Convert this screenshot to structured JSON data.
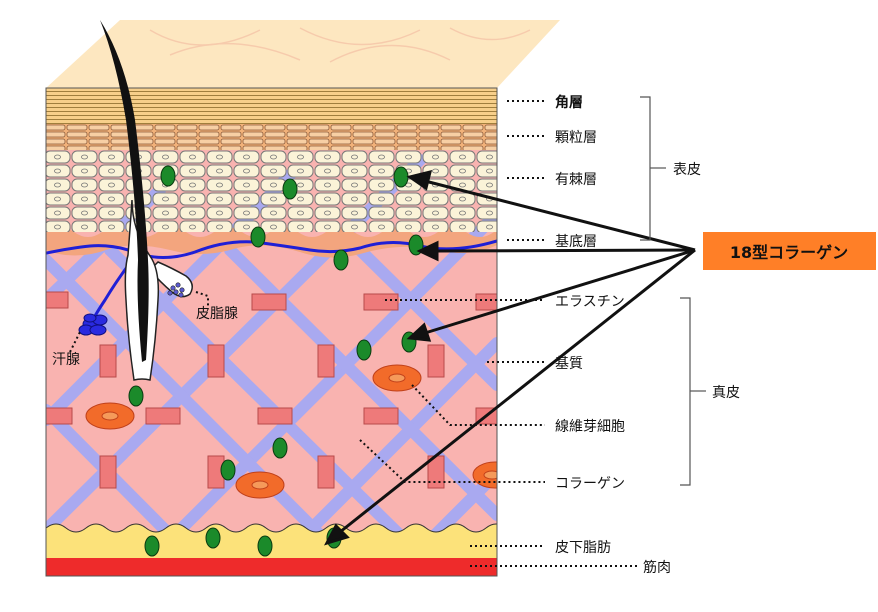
{
  "labels": {
    "kakuso": "角層",
    "kaoryuso": "顆粒層",
    "yukyoso": "有棘層",
    "kiteiso": "基底層",
    "elastin": "エラスチン",
    "kishitsu": "基質",
    "fibroblast": "線維芽細胞",
    "collagen": "コラーゲン",
    "hikashibo": "皮下脂肪",
    "kinniku": "筋肉",
    "hishisen": "皮脂腺",
    "kansen": "汗腺"
  },
  "groups": {
    "epidermis": "表皮",
    "dermis": "真皮"
  },
  "callout": {
    "text": "18型コラーゲン",
    "color": "#ff7f27"
  },
  "colors": {
    "skin_top": "#fde7c0",
    "stratum_corneum": "#f7cf8a",
    "granular": "#f2b27a",
    "spinous_cell": "#fbf3d8",
    "basal": "#f3a57e",
    "dermis": "#f9b3b0",
    "fiber": "#a9a9f0",
    "elastin": "#ee7a7a",
    "fat": "#fce27a",
    "muscle": "#ee2b2b",
    "green": "#1b8a2a",
    "basement_membrane": "#1f1fd6",
    "fibroblast": "#f26b2a"
  }
}
